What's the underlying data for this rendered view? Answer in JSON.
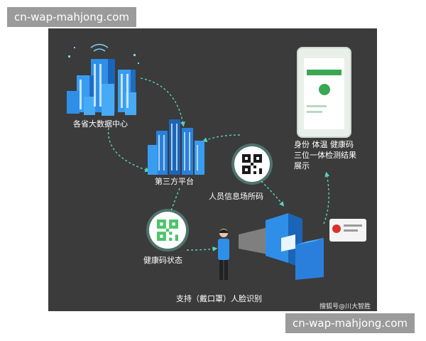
{
  "watermarks": {
    "top": "cn-wap-mahjong.com",
    "bottom": "cn-wap-mahjong.com"
  },
  "labels": {
    "provincial_data_center": "各省大数据中心",
    "third_party_platform": "第三方平台",
    "venue_code": "人员信息场所码",
    "health_code_status": "健康码状态",
    "face_recognition": "支持（戴口罩）人脸识别",
    "result_display": "身份 体温 健康码 三位一体检测结果展示"
  },
  "credit": "搜狐号@川大智胜",
  "colors": {
    "panel": "#3b3b3b",
    "accent_blue": "#2f8fe8",
    "accent_teal": "#5ad1b8",
    "qr_green": "#4cc46a",
    "phone_green": "#3aa852"
  },
  "icons": [
    "building-cluster-icon",
    "city-buildings-icon",
    "qr-code-icon",
    "health-qr-code-icon",
    "person-icon",
    "face-terminal-icon",
    "phone-result-icon",
    "id-card-icon"
  ]
}
